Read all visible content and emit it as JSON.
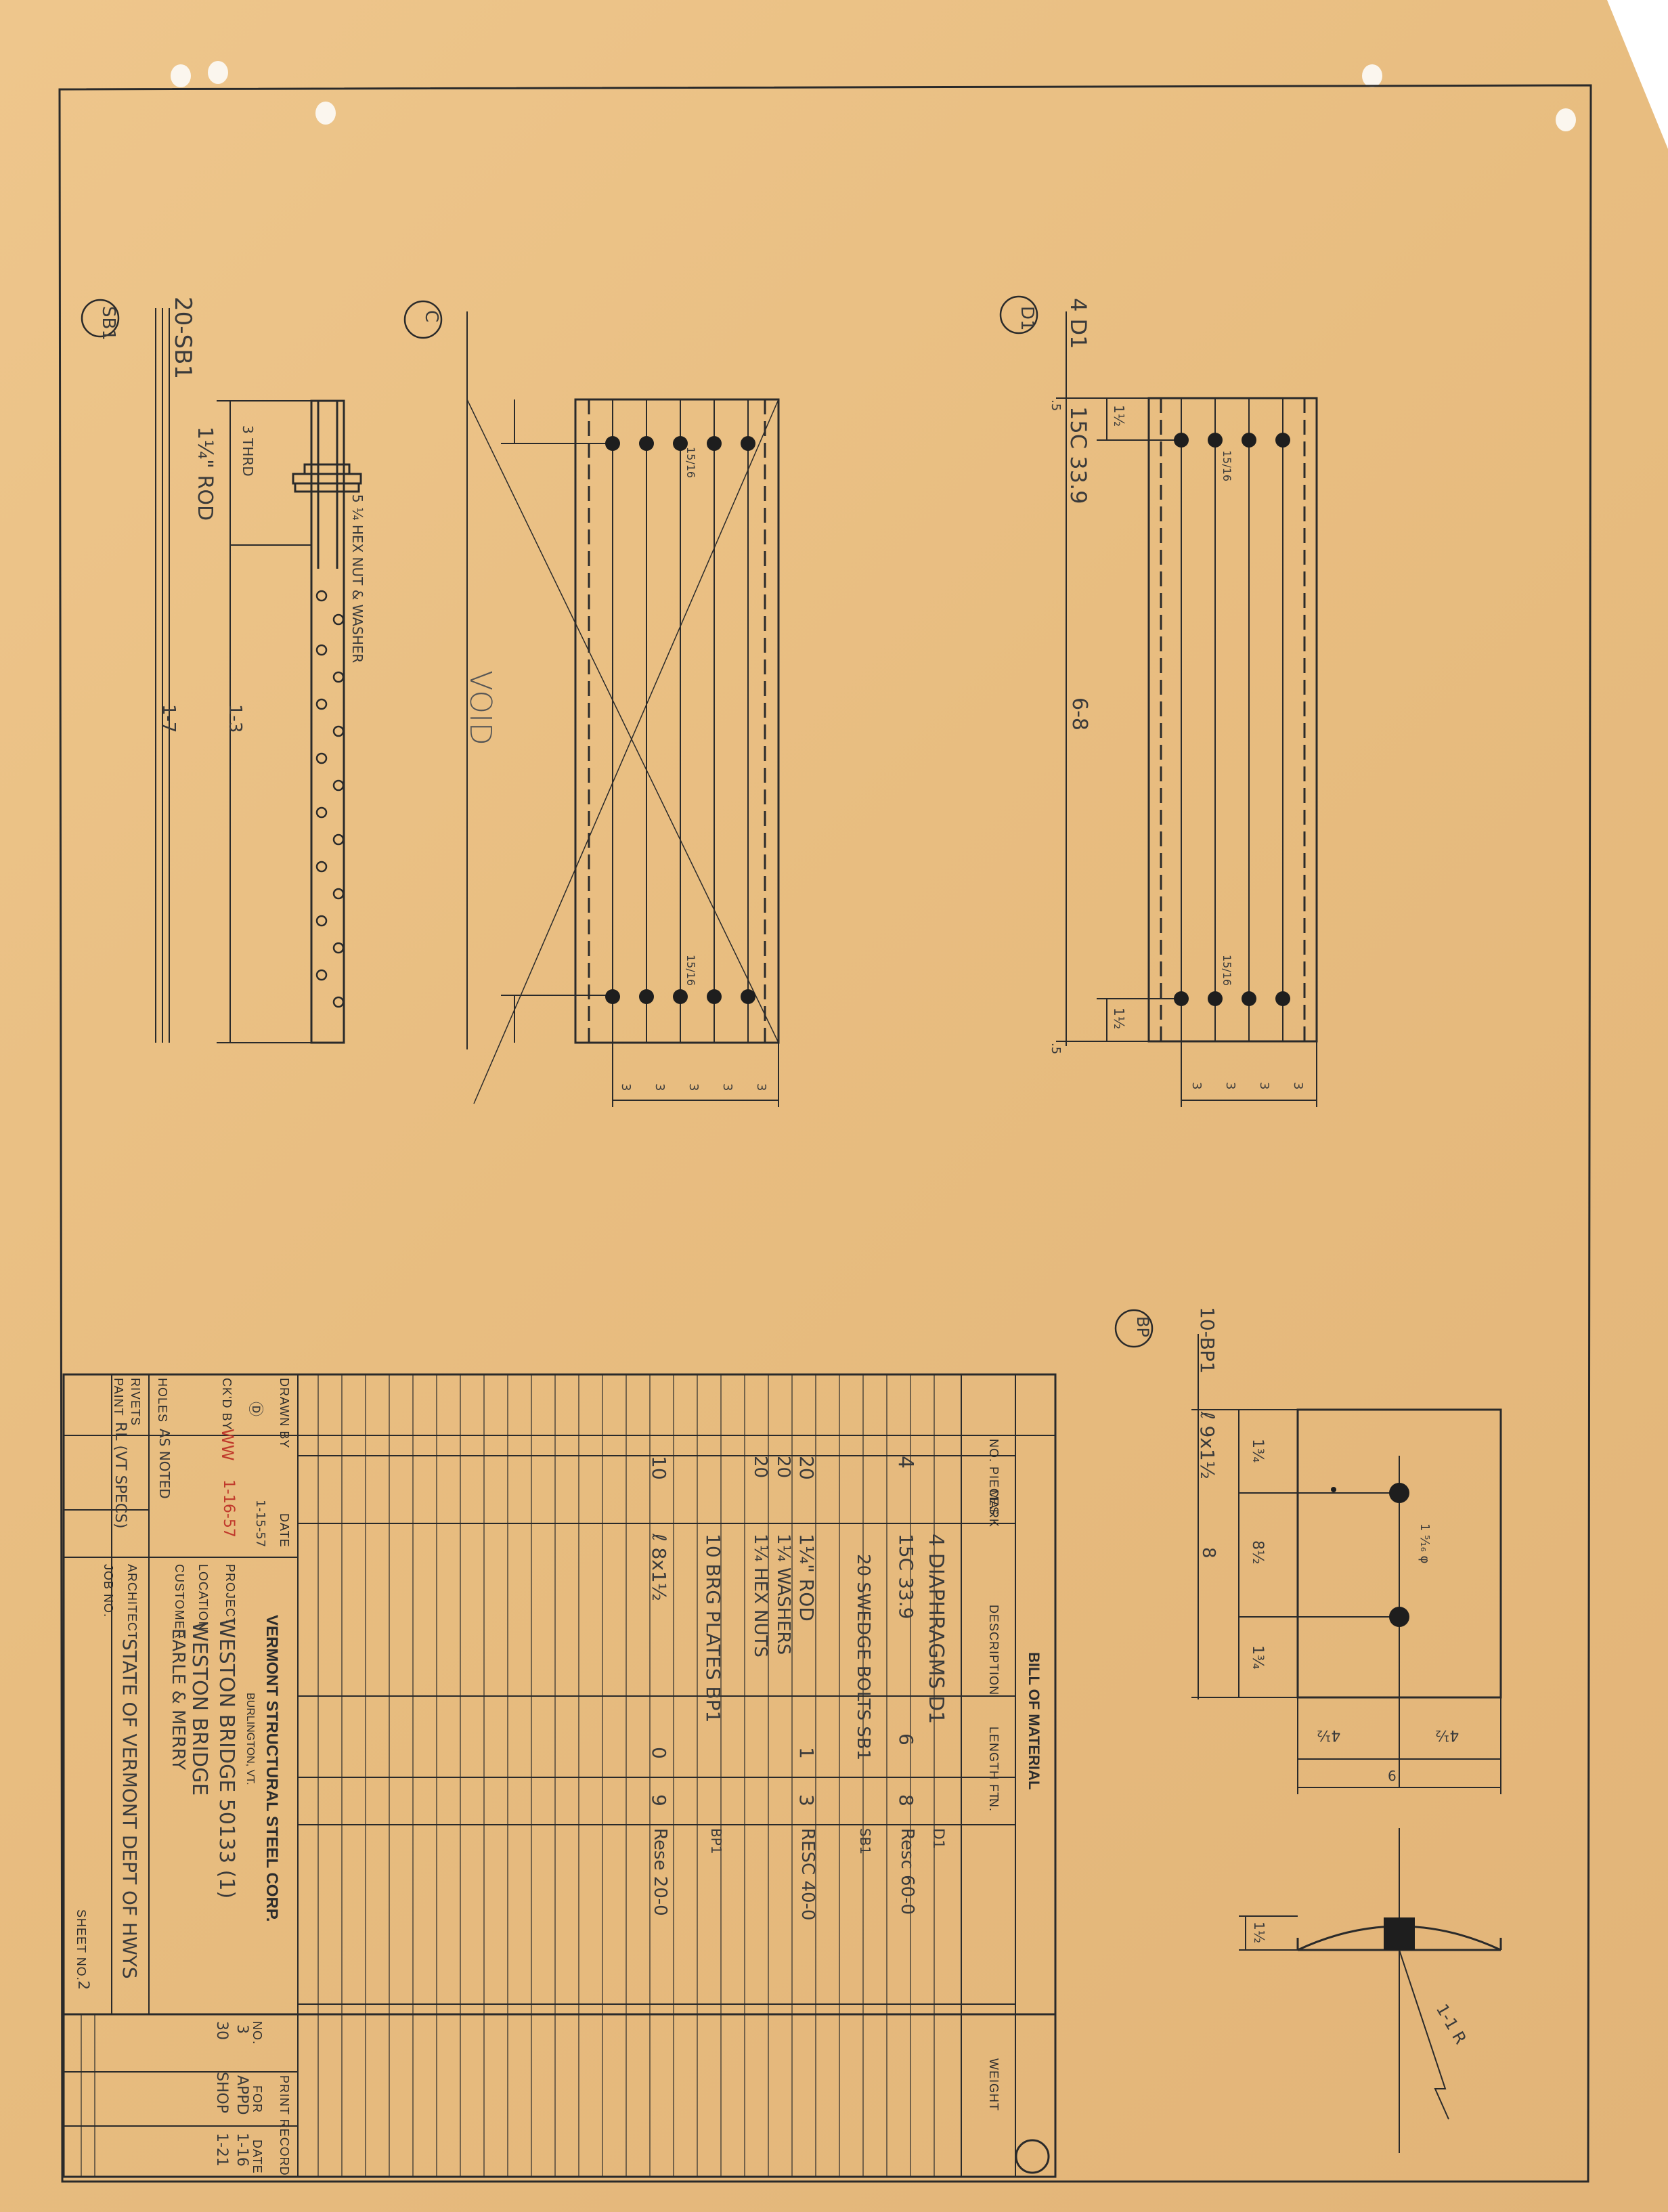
{
  "details": {
    "sb1": {
      "mark": "SB1",
      "count_label": "20-SB1",
      "rod": "1¼\" ROD",
      "thread": "3 THRD",
      "nut": "5 ¼ HEX NUT & WASHER",
      "length": "1-7",
      "inner_length": "1-3"
    },
    "void_detail": {
      "mark": "C",
      "void_text": "VOID",
      "hole_note": "15/16",
      "spacings": [
        "3",
        "3",
        "3",
        "3",
        "3"
      ]
    },
    "d1": {
      "mark": "D1",
      "count_label": "4 D1",
      "section": "15C 33.9",
      "length": "6-8",
      "edge": "1½",
      "end_left": ".5",
      "end_right": ".5",
      "hole_note": "15/16",
      "spacings": [
        "3",
        "3",
        "3",
        "3"
      ]
    },
    "bp1": {
      "mark": "BP",
      "count_label": "10-BP1",
      "plate": "ℓ 9x1½",
      "length": "8",
      "edge_top": "1¾",
      "mid": "8½",
      "edge_bottom": "1¾",
      "hole_note": "1 ⁵⁄₁₆ φ",
      "half_left": "4½",
      "half_right": "4½",
      "width": "9",
      "thickness": "1½",
      "radius": "1-1 R"
    }
  },
  "bill": {
    "title": "BILL OF MATERIAL",
    "headers": [
      "NO. PIECES",
      "MARK",
      "DESCRIPTION",
      "LENGTH FT.",
      "IN.",
      "WEIGHT"
    ],
    "rows": [
      {
        "pieces": "",
        "mark": "",
        "description": "4 DIAPHRAGMS D1",
        "ft": "",
        "in": "",
        "note": "D1"
      },
      {
        "pieces": "4",
        "mark": "",
        "description": "15C 33.9",
        "ft": "6",
        "in": "8",
        "note": "Resc 60-0"
      },
      {
        "pieces": "",
        "mark": "",
        "description": "20 SWEDGE BOLTS SB1",
        "ft": "",
        "in": "",
        "note": "SB1"
      },
      {
        "pieces": "20",
        "mark": "",
        "description": "1¼\" ROD",
        "ft": "1",
        "in": "3",
        "note": "RESC 40-0"
      },
      {
        "pieces": "20",
        "mark": "",
        "description": "1¼ WASHERS",
        "ft": "",
        "in": "",
        "note": ""
      },
      {
        "pieces": "20",
        "mark": "",
        "description": "1¼ HEX NUTS",
        "ft": "",
        "in": "",
        "note": ""
      },
      {
        "pieces": "",
        "mark": "",
        "description": "10 BRG PLATES BP1",
        "ft": "",
        "in": "",
        "note": "BP1"
      },
      {
        "pieces": "10",
        "mark": "",
        "description": "ℓ 8x1½",
        "ft": "0",
        "in": "9",
        "note": "Rese 20-0"
      }
    ]
  },
  "title_block": {
    "company": "VERMONT STRUCTURAL STEEL CORP.",
    "city": "BURLINGTON, VT.",
    "drawn_by_label": "DRAWN BY",
    "drawn_by": "Ⓓ",
    "drawn_date": "1-15-57",
    "ckd_by_label": "CK'D BY",
    "ckd_by": "WW",
    "ckd_date": "1-16-57",
    "date_label": "DATE",
    "project_label": "PROJECT",
    "project": "WESTON BRIDGE 50133 (1)",
    "location_label": "LOCATION",
    "location": "WESTON BRIDGE",
    "customer_label": "CUSTOMER",
    "customer": "EARLE & MERRY",
    "architect_label": "ARCHITECT",
    "architect": "STATE OF VERMONT DEPT OF HWYS",
    "job_label": "JOB NO.",
    "sheet_label": "SHEET NO.",
    "sheet_no": "2",
    "holes_label": "HOLES",
    "holes": "AS NOTED",
    "rivets_label": "RIVETS",
    "paint_label": "PAINT",
    "paint": "RL (VT SPECS)",
    "print_record": {
      "title": "PRINT RECORD",
      "headers": [
        "NO.",
        "FOR",
        "DATE"
      ],
      "rows": [
        {
          "no": "3",
          "for": "APPD",
          "date": "1-16"
        },
        {
          "no": "30",
          "for": "SHOP",
          "date": "1-21"
        }
      ]
    }
  }
}
